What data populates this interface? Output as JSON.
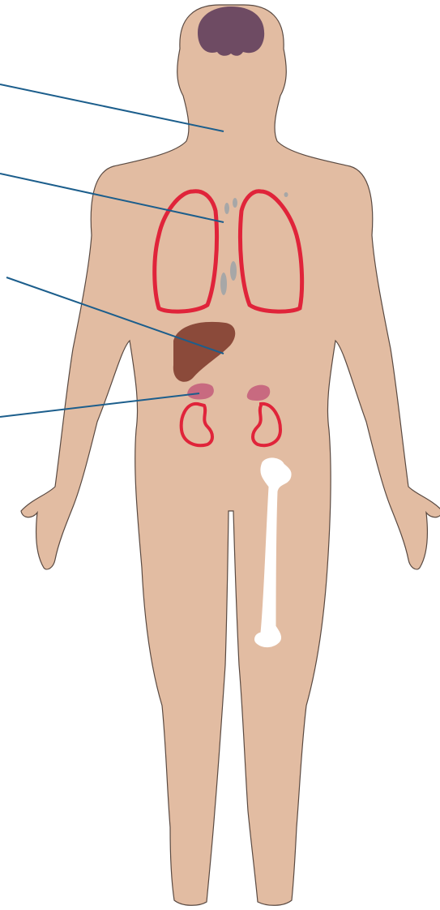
{
  "diagram": {
    "colors": {
      "skin": "#e2bca2",
      "skin_outline": "#5a4a42",
      "brain": "#6e4b63",
      "lung_outline": "#e0243a",
      "kidney_outline": "#e0243a",
      "liver": "#8b4a3a",
      "adrenal_gland": "#c86a80",
      "thyroid_gray": "#a7a7a7",
      "bone": "#ffffff",
      "leader_line": "#1c5e8c"
    },
    "structures": [
      "brain",
      "left-lung",
      "right-lung",
      "thymus",
      "liver",
      "left-adrenal-gland",
      "right-adrenal-gland",
      "left-kidney",
      "right-kidney",
      "femur"
    ],
    "leader_lines": 4
  }
}
